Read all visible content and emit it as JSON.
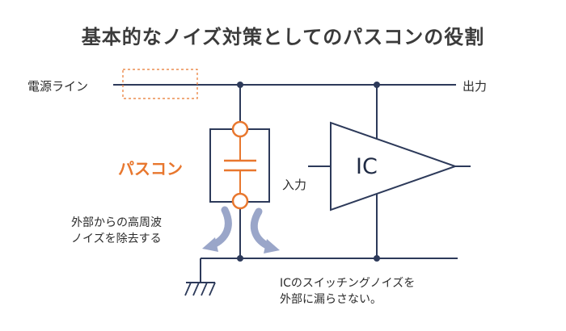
{
  "title": "基本的なノイズ対策としてのパスコンの役割",
  "labels": {
    "power_line": "電源ライン",
    "output": "出力",
    "input": "入力",
    "ic": "IC",
    "bypass_cap": "パスコン"
  },
  "notes": {
    "removes_noise_line1": "外部からの高周波",
    "removes_noise_line2": "ノイズを除去する",
    "contains_noise_line1": "ICのスイッチングノイズを",
    "contains_noise_line2": "外部に漏らさない。"
  },
  "colors": {
    "line": "#2d3a5a",
    "accent": "#e8772e",
    "arrow": "#9aa6c9",
    "text": "#2b2b2b"
  }
}
